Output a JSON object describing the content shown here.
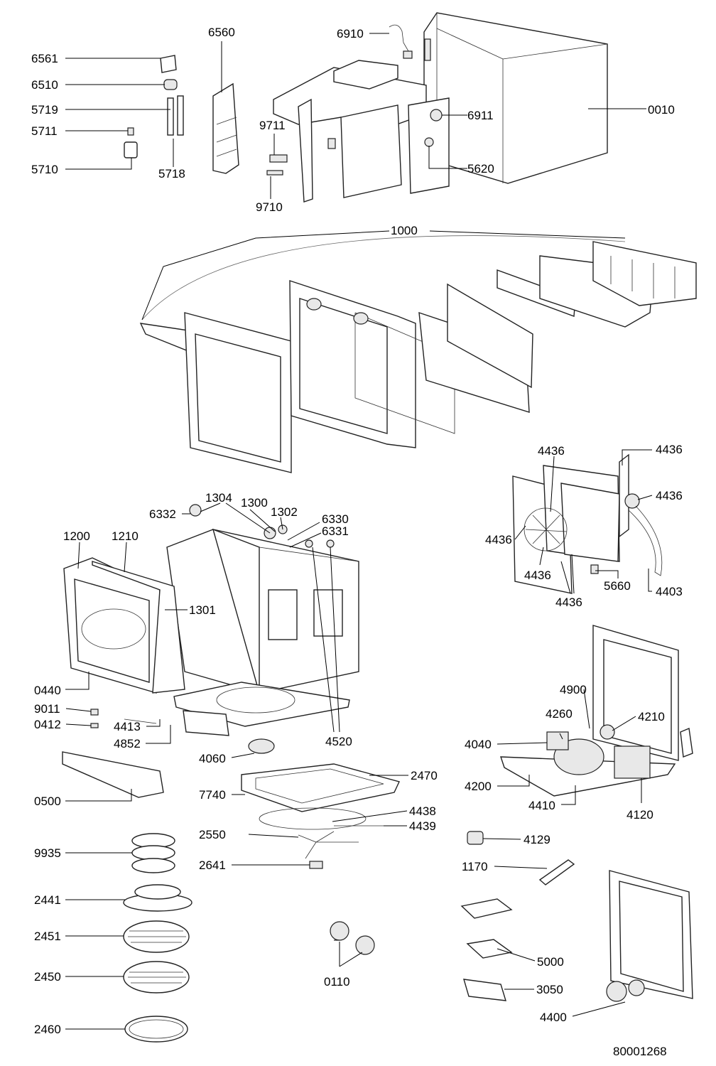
{
  "document_id": "80001268",
  "group_label": "1000",
  "labels": [
    "6561",
    "6510",
    "5719",
    "5711",
    "5710",
    "5718",
    "6560",
    "9711",
    "9710",
    "6910",
    "6911",
    "5620",
    "0010",
    "4436",
    "4436",
    "4436",
    "4436",
    "4436",
    "4436",
    "4403",
    "5660",
    "6332",
    "1304",
    "1300",
    "1302",
    "6330",
    "6331",
    "1200",
    "1210",
    "1301",
    "0440",
    "9011",
    "0412",
    "4413",
    "4852",
    "4520",
    "4900",
    "4260",
    "4210",
    "4040",
    "4200",
    "4410",
    "4120",
    "4060",
    "2470",
    "7740",
    "0500",
    "4438",
    "4439",
    "2550",
    "2641",
    "9935",
    "2441",
    "2451",
    "2450",
    "2460",
    "0110",
    "4129",
    "1170",
    "5000",
    "3050",
    "4400"
  ]
}
